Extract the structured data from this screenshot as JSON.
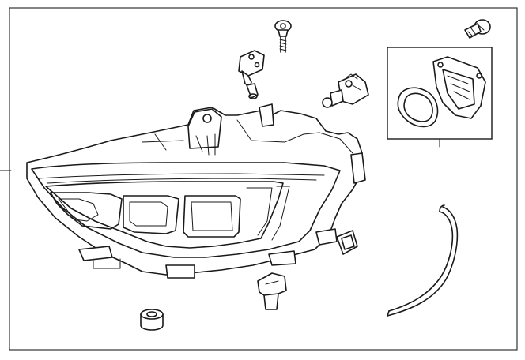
{
  "diagram": {
    "kind": "exploded-parts-diagram",
    "colors": {
      "line": "#1a1a1a",
      "background": "#ffffff",
      "frame": "#333333"
    },
    "parts": [
      "headlamp-assembly",
      "adjusting-screw",
      "bracket-fastener",
      "bulb-socket",
      "mounting-bolt",
      "cover-with-seal-kit",
      "clip",
      "grommet",
      "bracket",
      "wiring-harness"
    ]
  }
}
